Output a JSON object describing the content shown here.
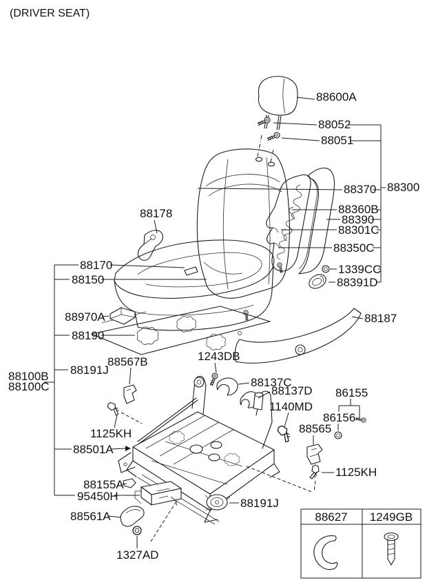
{
  "title": "(DRIVER SEAT)",
  "labels": {
    "p88600A": "88600A",
    "p88052": "88052",
    "p88051": "88051",
    "p88370": "88370",
    "p88300": "88300",
    "p88360B": "88360B",
    "p88390": "88390",
    "p88301C": "88301C",
    "p88350C": "88350C",
    "p1339CC": "1339CC",
    "p88391D": "88391D",
    "p88178": "88178",
    "p88170": "88170",
    "p88150": "88150",
    "p88970A": "88970A",
    "p88190": "88190",
    "p88191J_upper": "88191J",
    "p88100B": "88100B",
    "p88100C": "88100C",
    "p88567B": "88567B",
    "p1243DB": "1243DB",
    "p88137C": "88137C",
    "p88137D": "88137D",
    "p1140MD": "1140MD",
    "p86155": "86155",
    "p86156": "86156",
    "p88565": "88565",
    "p88187": "88187",
    "p1125KH_left": "1125KH",
    "p88501A": "88501A",
    "p88155A": "88155A",
    "p95450H": "95450H",
    "p88561A": "88561A",
    "p1327AD": "1327AD",
    "p88191J_lower": "88191J",
    "p1125KH_right": "1125KH"
  },
  "table": {
    "headers": [
      "88627",
      "1249GB"
    ]
  },
  "colors": {
    "line": "#1a1a1a",
    "background": "#ffffff"
  }
}
